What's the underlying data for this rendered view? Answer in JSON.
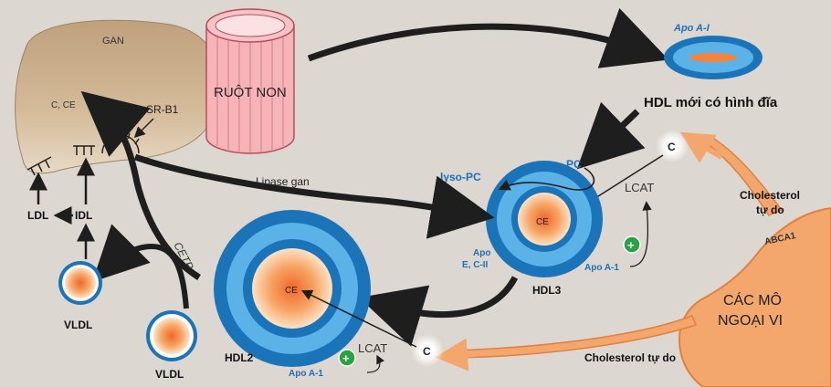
{
  "labels": {
    "liver": "GAN",
    "liver_content": "C, CE",
    "receptor": "SR-B1",
    "intestine": "RUỘT NON",
    "apo_ai": "Apo A-I",
    "nascent_hdl": "HDL mới có hình đĩa",
    "pc": "PC",
    "lyso_pc": "lyso-PC",
    "lcat_top": "LCAT",
    "c_top": "C",
    "hepatic_lipase": "Lipase gan",
    "ce_hdl3": "CE",
    "apo_e_c2_line1": "Apo",
    "apo_e_c2_line2": "E, C-II",
    "apo_a1_hdl3": "Apo A-1",
    "plus_top": "+",
    "hdl3": "HDL3",
    "free_chol_top_line1": "Cholesterol",
    "free_chol_top_line2": "tự do",
    "abca1": "ABCA1",
    "peripheral_line1": "CÁC MÔ",
    "peripheral_line2": "NGOẠI VI",
    "free_chol_bottom": "Cholesterol tự do",
    "ldl": "LDL",
    "idl": "IDL",
    "vldl_left": "VLDL",
    "vldl_mid": "VLDL",
    "cetp": "CETP",
    "ce_hdl2": "CE",
    "hdl2": "HDL2",
    "apo_a1_hdl2": "Apo A-1",
    "plus_bottom": "+",
    "lcat_bottom": "LCAT",
    "c_bottom": "C"
  },
  "colors": {
    "background": "#dcd8d1",
    "dark_blue": "#1b73b8",
    "light_blue": "#5ab2e6",
    "core_orange": "#f3843e",
    "core_light": "#fde0c0",
    "arrow": "#1e1e1e",
    "tissue": "#f3a76d",
    "tissue_stroke": "#e1803f",
    "intestine": "#f6b3b8",
    "intestine_stroke": "#b44e5a",
    "liver": "#c7ab88",
    "label_blue": "#1f6fb5",
    "plus_green": "#2aa242"
  }
}
